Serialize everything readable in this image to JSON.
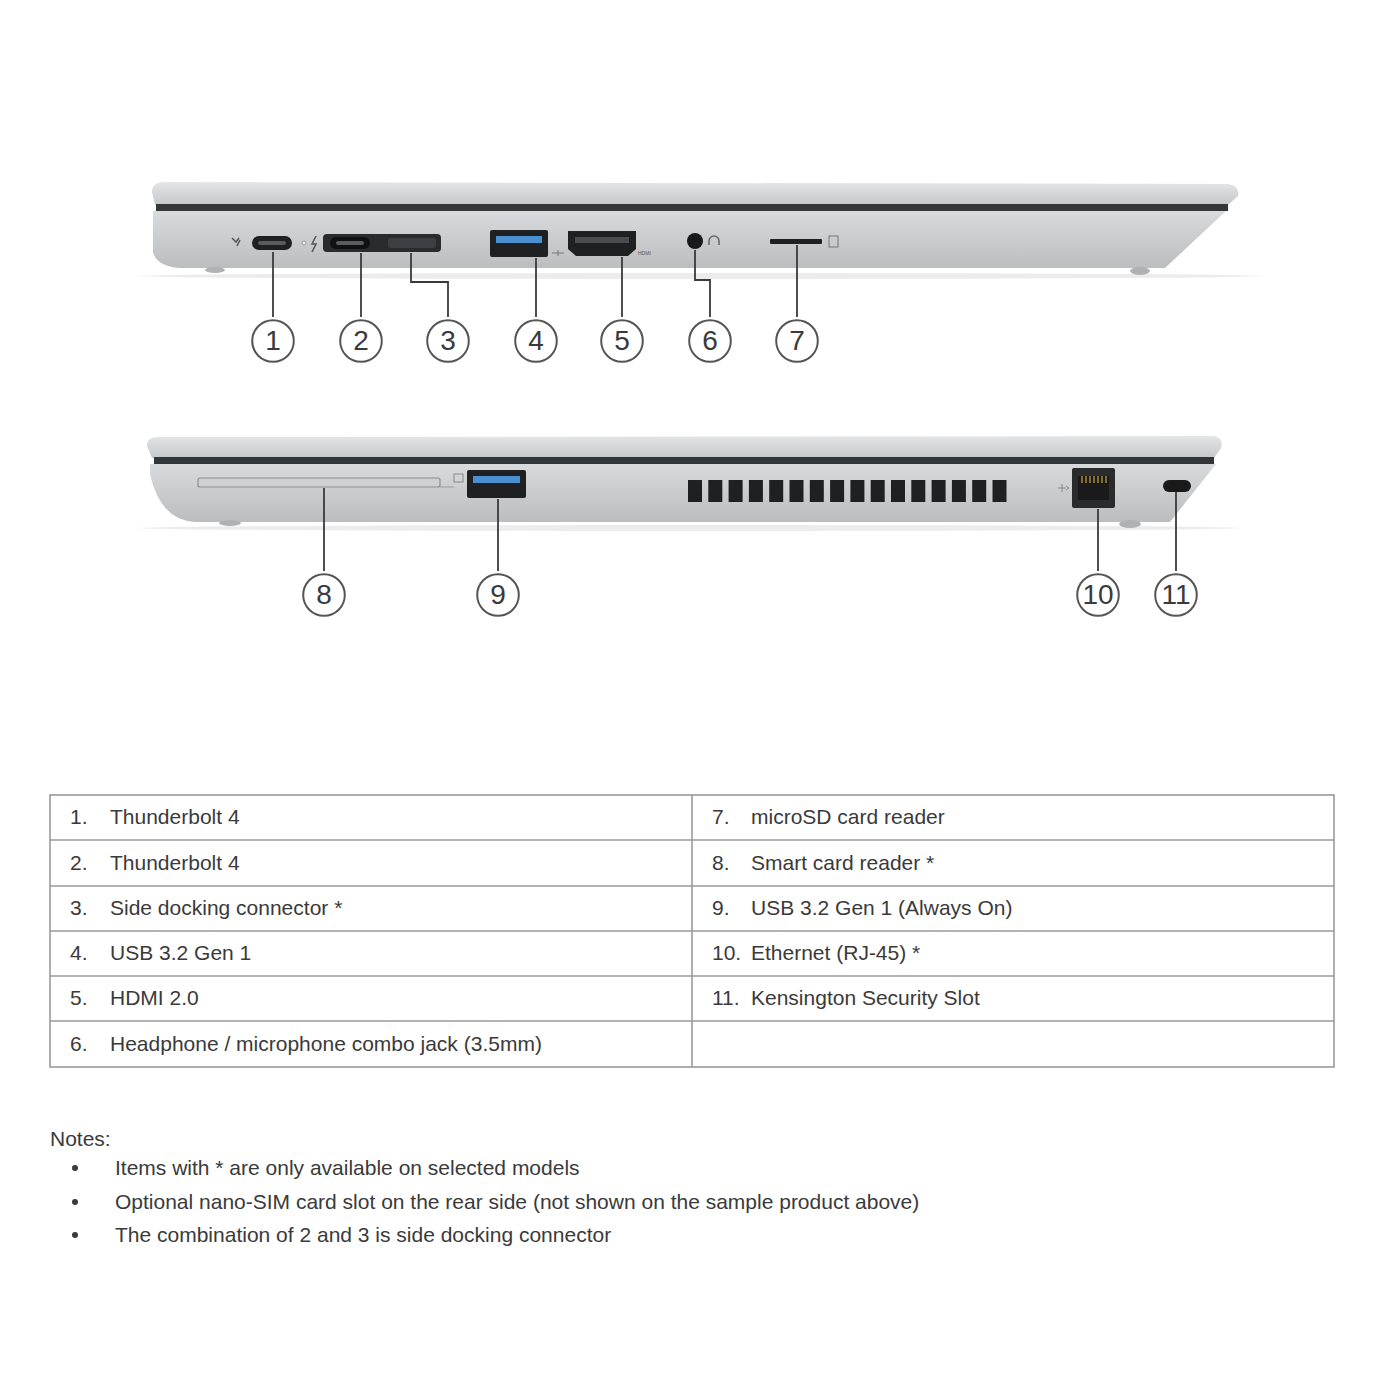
{
  "diagram": {
    "nodes": [
      {
        "text": [
          "1"
        ]
      },
      {
        "text": [
          "2"
        ]
      },
      {
        "text": [
          "3"
        ]
      },
      {
        "text": [
          "4"
        ]
      },
      {
        "text": [
          "5"
        ]
      },
      {
        "text": [
          "6"
        ]
      },
      {
        "text": [
          "7"
        ]
      },
      {
        "text": [
          "8"
        ]
      },
      {
        "text": [
          "9"
        ]
      },
      {
        "text": [
          "10"
        ]
      },
      {
        "text": [
          "11"
        ]
      }
    ],
    "labels": [
      "HDMI",
      "1.",
      "Thunderbolt 4",
      "7.",
      "microSD card reader",
      "2.",
      "Thunderbolt 4",
      "8.",
      "Smart card reader *",
      "3.",
      "Side docking connector *",
      "9.",
      "USB 3.2 Gen 1 (Always On)",
      "4.",
      "USB 3.2 Gen 1",
      "10.",
      "Ethernet (RJ-45) *",
      "5.",
      "HDMI 2.0",
      "11.",
      "Kensington Security Slot",
      "6.",
      "Headphone / microphone combo jack (3.5mm)",
      "Notes:",
      "Items with * are only available on selected models",
      "Optional nano-SIM card slot on the rear side (not shown on the sample product above)",
      "The combination of 2 and 3 is side docking connector"
    ]
  }
}
